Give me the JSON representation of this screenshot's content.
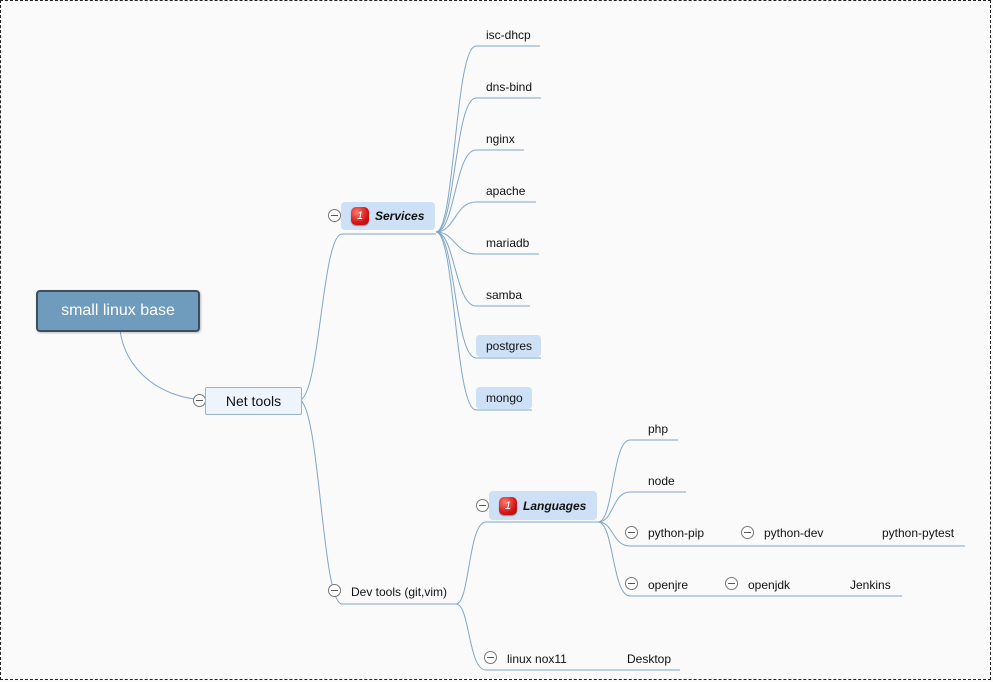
{
  "root": {
    "label": "small linux base"
  },
  "net_tools": {
    "label": "Net tools"
  },
  "services": {
    "label": "Services",
    "badge": "1",
    "items": [
      "isc-dhcp",
      "dns-bind",
      "nginx",
      "apache",
      "mariadb",
      "samba",
      "postgres",
      "mongo"
    ]
  },
  "dev_tools": {
    "label": "Dev tools (git,vim)"
  },
  "languages": {
    "label": "Languages",
    "badge": "1",
    "items": [
      "php",
      "node",
      "python-pip",
      "openjre"
    ]
  },
  "python_dev": {
    "label": "python-dev"
  },
  "python_pytest": {
    "label": "python-pytest"
  },
  "openjdk": {
    "label": "openjdk"
  },
  "jenkins": {
    "label": "Jenkins"
  },
  "linux_nox11": {
    "label": "linux nox11"
  },
  "desktop": {
    "label": "Desktop"
  }
}
